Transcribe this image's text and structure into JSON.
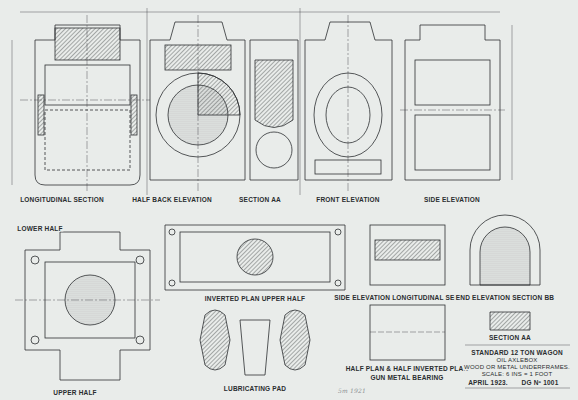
{
  "diagram": {
    "labels": [
      "LONGITUDINAL SECTION",
      "HALF BACK ELEVATION",
      "SECTION AA",
      "FRONT ELEVATION",
      "SIDE ELEVATION",
      "LOWER HALF",
      "UPPER HALF",
      "INVERTED PLAN UPPER HALF",
      "LUBRICATING PAD",
      "SIDE ELEVATION LONGITUDINAL SECTION",
      "END ELEVATION SECTION BB",
      "SECTION AA",
      "HALF PLAN & HALF INVERTED PLAN",
      "GUN METAL BEARING",
      "STANDARD 12 TON WAGON",
      "OIL AXLEBOX",
      "WOOD OR METAL UNDERFRAMES.",
      "SCALE: 6 INS = 1 FOOT",
      "APRIL 1923.",
      "DG Nº 1001",
      "5m 1921"
    ]
  }
}
